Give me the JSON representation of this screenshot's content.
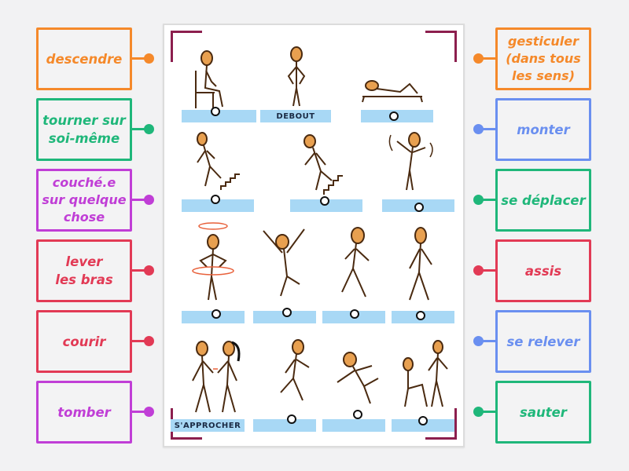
{
  "activity": {
    "type": "labelled-diagram matching",
    "left_terms": [
      {
        "label": "descendre",
        "color": "#f5892a"
      },
      {
        "label": "tourner sur\nsoi-même",
        "color": "#1fb77a"
      },
      {
        "label": "couché.e\nsur quelque\nchose",
        "color": "#c03ed6"
      },
      {
        "label": "lever\nles bras",
        "color": "#e23a55"
      },
      {
        "label": "courir",
        "color": "#e23a55"
      },
      {
        "label": "tomber",
        "color": "#c03ed6"
      }
    ],
    "right_terms": [
      {
        "label": "gesticuler\n(dans tous\nles sens)",
        "color": "#f5892a"
      },
      {
        "label": "monter",
        "color": "#6a8ff0"
      },
      {
        "label": "se déplacer",
        "color": "#1fb77a"
      },
      {
        "label": "assis",
        "color": "#e23a55"
      },
      {
        "label": "se relever",
        "color": "#6a8ff0"
      },
      {
        "label": "sauter",
        "color": "#1fb77a"
      }
    ]
  },
  "diagram": {
    "frame_color": "#8c1f4e",
    "slot_color": "#a8d8f5",
    "fixed_labels": {
      "standing": "DEBOUT",
      "approach": "S'APPROCHER"
    },
    "figures": [
      "sitting-on-chair",
      "standing",
      "lying-down",
      "going-down-stairs",
      "going-up-stairs",
      "gesticulating",
      "turning-around",
      "raising-arms",
      "moving-around",
      "walking",
      "approaching",
      "running",
      "falling",
      "getting-up"
    ]
  }
}
